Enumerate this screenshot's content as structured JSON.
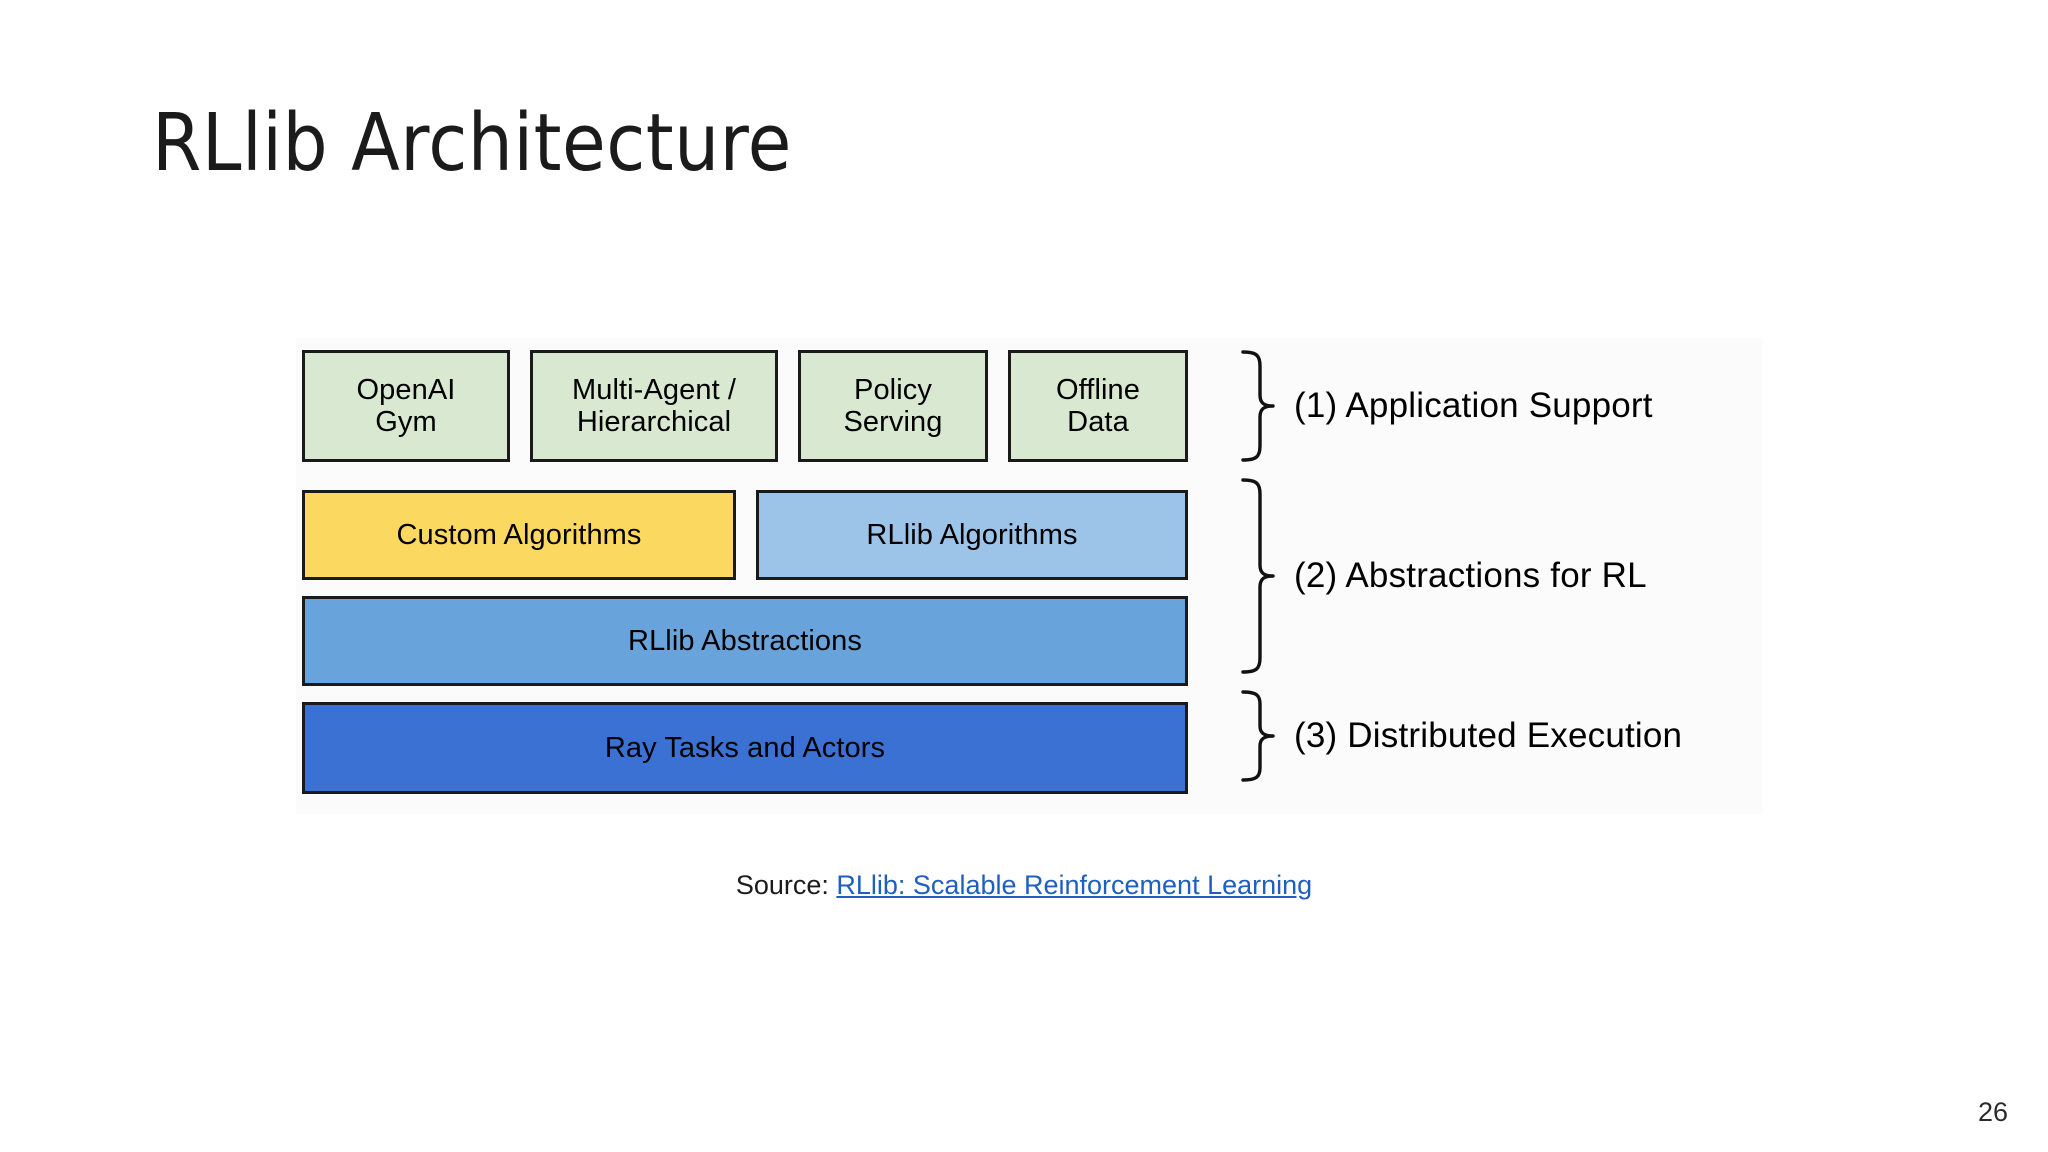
{
  "slide": {
    "title": "RLlib Architecture",
    "page_number": "26"
  },
  "diagram": {
    "layers": [
      {
        "id": "application-support",
        "boxes": [
          {
            "label": "OpenAI\nGym",
            "color": "#d9e8d1"
          },
          {
            "label": "Multi-Agent /\nHierarchical",
            "color": "#d9e8d1"
          },
          {
            "label": "Policy\nServing",
            "color": "#d9e8d1"
          },
          {
            "label": "Offline\nData",
            "color": "#d9e8d1"
          }
        ]
      },
      {
        "id": "algorithms",
        "boxes": [
          {
            "label": "Custom Algorithms",
            "color": "#fbd961"
          },
          {
            "label": "RLlib Algorithms",
            "color": "#9cc3e8"
          }
        ]
      },
      {
        "id": "abstractions",
        "boxes": [
          {
            "label": "RLlib Abstractions",
            "color": "#69a3dc"
          }
        ]
      },
      {
        "id": "execution",
        "boxes": [
          {
            "label": "Ray Tasks and Actors",
            "color": "#3a71d2"
          }
        ]
      }
    ],
    "annotations": [
      {
        "label": "(1) Application Support"
      },
      {
        "label": "(2) Abstractions for RL"
      },
      {
        "label": "(3) Distributed Execution"
      }
    ]
  },
  "source": {
    "prefix": "Source:",
    "link_text": "RLlib: Scalable Reinforcement Learning"
  },
  "colors": {
    "green": "#d9e8d1",
    "yellow": "#fbd961",
    "light_blue": "#9cc3e8",
    "medium_blue": "#69a3dc",
    "dark_blue": "#3a71d2",
    "border": "#1a1a1a",
    "link": "#1f5fbf",
    "text": "#000000",
    "figure_bg": "#fbfbfc"
  }
}
